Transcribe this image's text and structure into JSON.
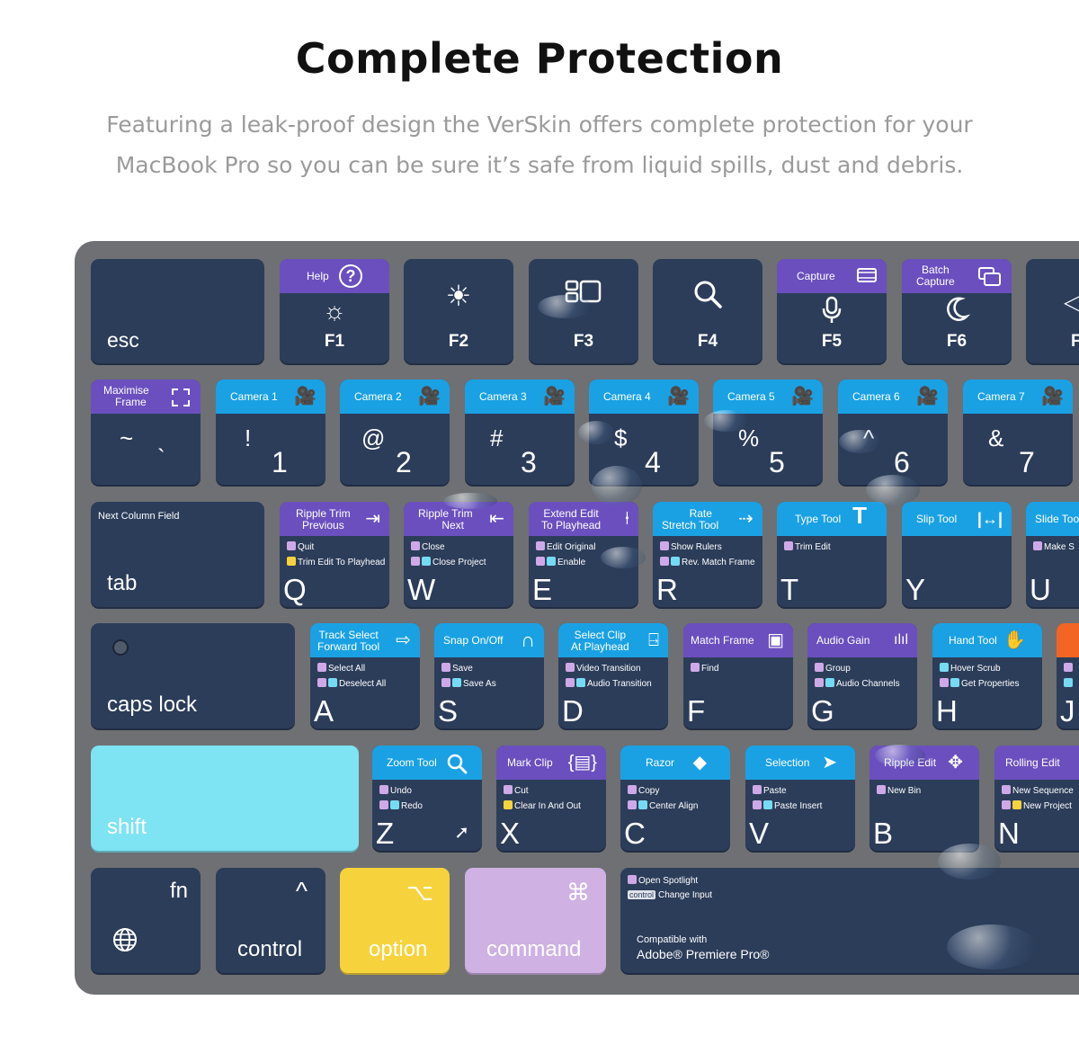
{
  "heading": "Complete Protection",
  "subtitle_line1": "Featuring a leak-proof design the VerSkin offers complete protection for your",
  "subtitle_line2": "MacBook Pro so you can be sure it’s safe from liquid spills, dust and debris.",
  "colors": {
    "key": "#2c3d5a",
    "purple_header": "#6b4fbf",
    "blue_header": "#1aa1e4",
    "shift": "#7ee3f3",
    "option": "#f6d33c",
    "command": "#cfb1e4",
    "deck": "#6e7073"
  },
  "row_fn": {
    "esc": "esc",
    "f1": {
      "header": "Help",
      "icon": "question-icon",
      "label": "F1"
    },
    "f2": {
      "label": "F2"
    },
    "f3": {
      "label": "F3"
    },
    "f4": {
      "label": "F4"
    },
    "f5": {
      "header": "Capture",
      "label": "F5"
    },
    "f6": {
      "header": "Batch\nCapture",
      "label": "F6"
    }
  },
  "row_num": [
    {
      "header": "Maximise\nFrame",
      "top": "~",
      "bottom": "`"
    },
    {
      "header": "Camera 1",
      "top": "!",
      "bottom": "1"
    },
    {
      "header": "Camera 2",
      "top": "@",
      "bottom": "2"
    },
    {
      "header": "Camera 3",
      "top": "#",
      "bottom": "3"
    },
    {
      "header": "Camera 4",
      "top": "$",
      "bottom": "4"
    },
    {
      "header": "Camera 5",
      "top": "%",
      "bottom": "5"
    },
    {
      "header": "Camera 6",
      "top": "^",
      "bottom": "6"
    },
    {
      "header": "Camera 7",
      "top": "&",
      "bottom": "7"
    }
  ],
  "row_q": {
    "tab_top": "Next Column Field",
    "tab": "tab",
    "keys": [
      {
        "header": "Ripple Trim\nPrevious",
        "s1": "Quit",
        "s2": "Trim Edit To Playhead",
        "letter": "Q"
      },
      {
        "header": "Ripple Trim\nNext",
        "s1": "Close",
        "s2": "Close Project",
        "letter": "W"
      },
      {
        "header": "Extend Edit\nTo Playhead",
        "s1": "Edit Original",
        "s2": "Enable",
        "letter": "E"
      },
      {
        "header": "Rate\nStretch Tool",
        "s1": "Show Rulers",
        "s2": "Rev. Match Frame",
        "letter": "R"
      },
      {
        "header": "Type Tool",
        "s1": "Trim Edit",
        "s2": "",
        "letter": "T"
      },
      {
        "header": "Slip Tool",
        "s1": "",
        "s2": "",
        "letter": "Y"
      },
      {
        "header": "Slide Too",
        "s1": "Make S",
        "s2": "",
        "letter": "U"
      }
    ]
  },
  "row_a": {
    "caps": "caps lock",
    "keys": [
      {
        "header": "Track Select\nForward Tool",
        "s1": "Select All",
        "s2": "Deselect All",
        "letter": "A"
      },
      {
        "header": "Snap On/Off",
        "s1": "Save",
        "s2": "Save As",
        "letter": "S"
      },
      {
        "header": "Select Clip\nAt Playhead",
        "s1": "Video Transition",
        "s2": "Audio Transition",
        "letter": "D"
      },
      {
        "header": "Match Frame",
        "s1": "Find",
        "s2": "",
        "letter": "F"
      },
      {
        "header": "Audio Gain",
        "s1": "Group",
        "s2": "Audio Channels",
        "letter": "G"
      },
      {
        "header": "Hand Tool",
        "s1": "Hover Scrub",
        "s2": "Get Properties",
        "letter": "H"
      },
      {
        "header": "",
        "s1": "",
        "s2": "",
        "letter": "J"
      }
    ]
  },
  "row_z": {
    "shift": "shift",
    "keys": [
      {
        "header": "Zoom Tool",
        "s1": "Undo",
        "s2": "Redo",
        "letter": "Z"
      },
      {
        "header": "Mark Clip",
        "s1": "Cut",
        "s2": "Clear In And Out",
        "letter": "X"
      },
      {
        "header": "Razor",
        "s1": "Copy",
        "s2": "Center Align",
        "letter": "C"
      },
      {
        "header": "Selection",
        "s1": "Paste",
        "s2": "Paste Insert",
        "letter": "V"
      },
      {
        "header": "Ripple Edit",
        "s1": "New Bin",
        "s2": "",
        "letter": "B"
      },
      {
        "header": "Rolling Edit",
        "s1": "New Sequence",
        "s2": "New Project",
        "letter": "N"
      }
    ]
  },
  "row_bottom": {
    "fn": "fn",
    "control": "control",
    "control_sym": "^",
    "option": "option",
    "option_sym": "⌥",
    "command": "command",
    "command_sym": "⌘",
    "space_s1": "Open Spotlight",
    "space_tag": "control",
    "space_s2": "Change Input",
    "compat1": "Compatible with",
    "compat2": "Adobe® Premiere Pro®"
  }
}
